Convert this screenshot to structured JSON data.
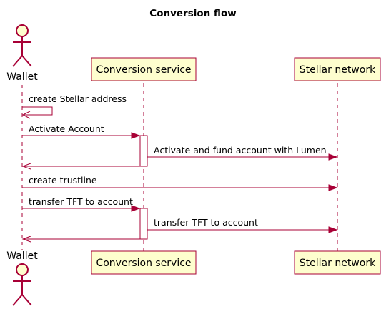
{
  "diagram": {
    "title": "Conversion flow",
    "participants": {
      "wallet": {
        "label": "Wallet",
        "kind": "actor"
      },
      "conversion": {
        "label": "Conversion service",
        "kind": "participant"
      },
      "stellar": {
        "label": "Stellar network",
        "kind": "participant"
      }
    },
    "messages": [
      {
        "from": "wallet",
        "to": "wallet",
        "label": "create Stellar address"
      },
      {
        "from": "wallet",
        "to": "conversion",
        "label": "Activate Account"
      },
      {
        "from": "conversion",
        "to": "stellar",
        "label": "Activate and fund account with Lumen"
      },
      {
        "from": "conversion",
        "to": "wallet",
        "label": ""
      },
      {
        "from": "wallet",
        "to": "stellar",
        "label": "create trustline"
      },
      {
        "from": "wallet",
        "to": "conversion",
        "label": "transfer TFT to account"
      },
      {
        "from": "conversion",
        "to": "stellar",
        "label": "transfer TFT to account"
      },
      {
        "from": "conversion",
        "to": "wallet",
        "label": ""
      }
    ],
    "colors": {
      "line": "#A80036",
      "box_fill": "#FEFECE",
      "activation_fill": "#FFFFFF"
    }
  }
}
